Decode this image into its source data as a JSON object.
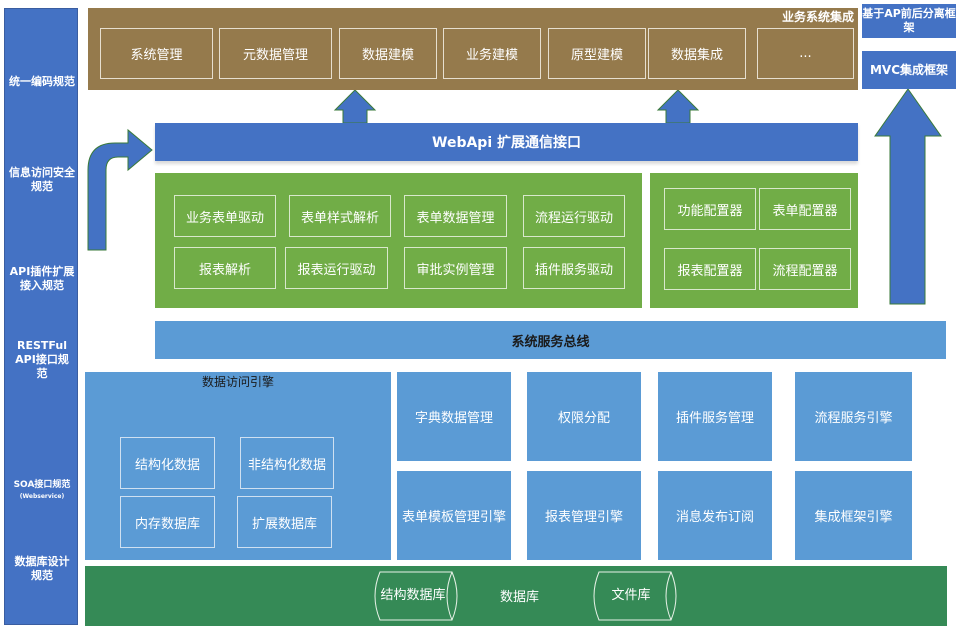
{
  "left_column": {
    "items": [
      {
        "label": "统一编码规范"
      },
      {
        "label": "信息访问安全规范"
      },
      {
        "label": "API插件扩展接入规范"
      },
      {
        "label": "RESTFul API接口规范"
      },
      {
        "label": "SOA接口规范",
        "sub": "(Webservice)"
      },
      {
        "label": "数据库设计规范"
      }
    ]
  },
  "business_integration": {
    "title": "业务系统集成",
    "items": [
      "系统管理",
      "元数据管理",
      "数据建模",
      "业务建模",
      "原型建模",
      "数据集成",
      "..."
    ]
  },
  "right_column": {
    "api_separation": "基于AP前后分离框架",
    "mvc": "MVC集成框架"
  },
  "webapi_bar": {
    "label": "WebApi 扩展通信接口"
  },
  "drivers": {
    "row1": [
      "业务表单驱动",
      "表单样式解析",
      "表单数据管理",
      "流程运行驱动"
    ],
    "row2": [
      "报表解析",
      "报表运行驱动",
      "审批实例管理",
      "插件服务驱动"
    ]
  },
  "configurators": {
    "row1": [
      "功能配置器",
      "表单配置器"
    ],
    "row2": [
      "报表配置器",
      "流程配置器"
    ]
  },
  "service_bus": {
    "label": "系统服务总线"
  },
  "data_access_engine": {
    "title": "数据访问引擎",
    "items": [
      "结构化数据",
      "非结构化数据",
      "内存数据库",
      "扩展数据库"
    ]
  },
  "engines": {
    "row1": [
      "字典数据管理",
      "权限分配",
      "插件服务管理",
      "流程服务引擎"
    ],
    "row2": [
      "表单模板管理引擎",
      "报表管理引擎",
      "消息发布订阅",
      "集成框架引擎"
    ]
  },
  "database_layer": {
    "label": "数据库",
    "structured_db": "结构数据库",
    "file_store": "文件库"
  },
  "colors": {
    "blue": "#4472c4",
    "light_blue": "#5b9bd5",
    "brown": "#957a4c",
    "green": "#71ad47",
    "dark_green": "#358a56"
  }
}
